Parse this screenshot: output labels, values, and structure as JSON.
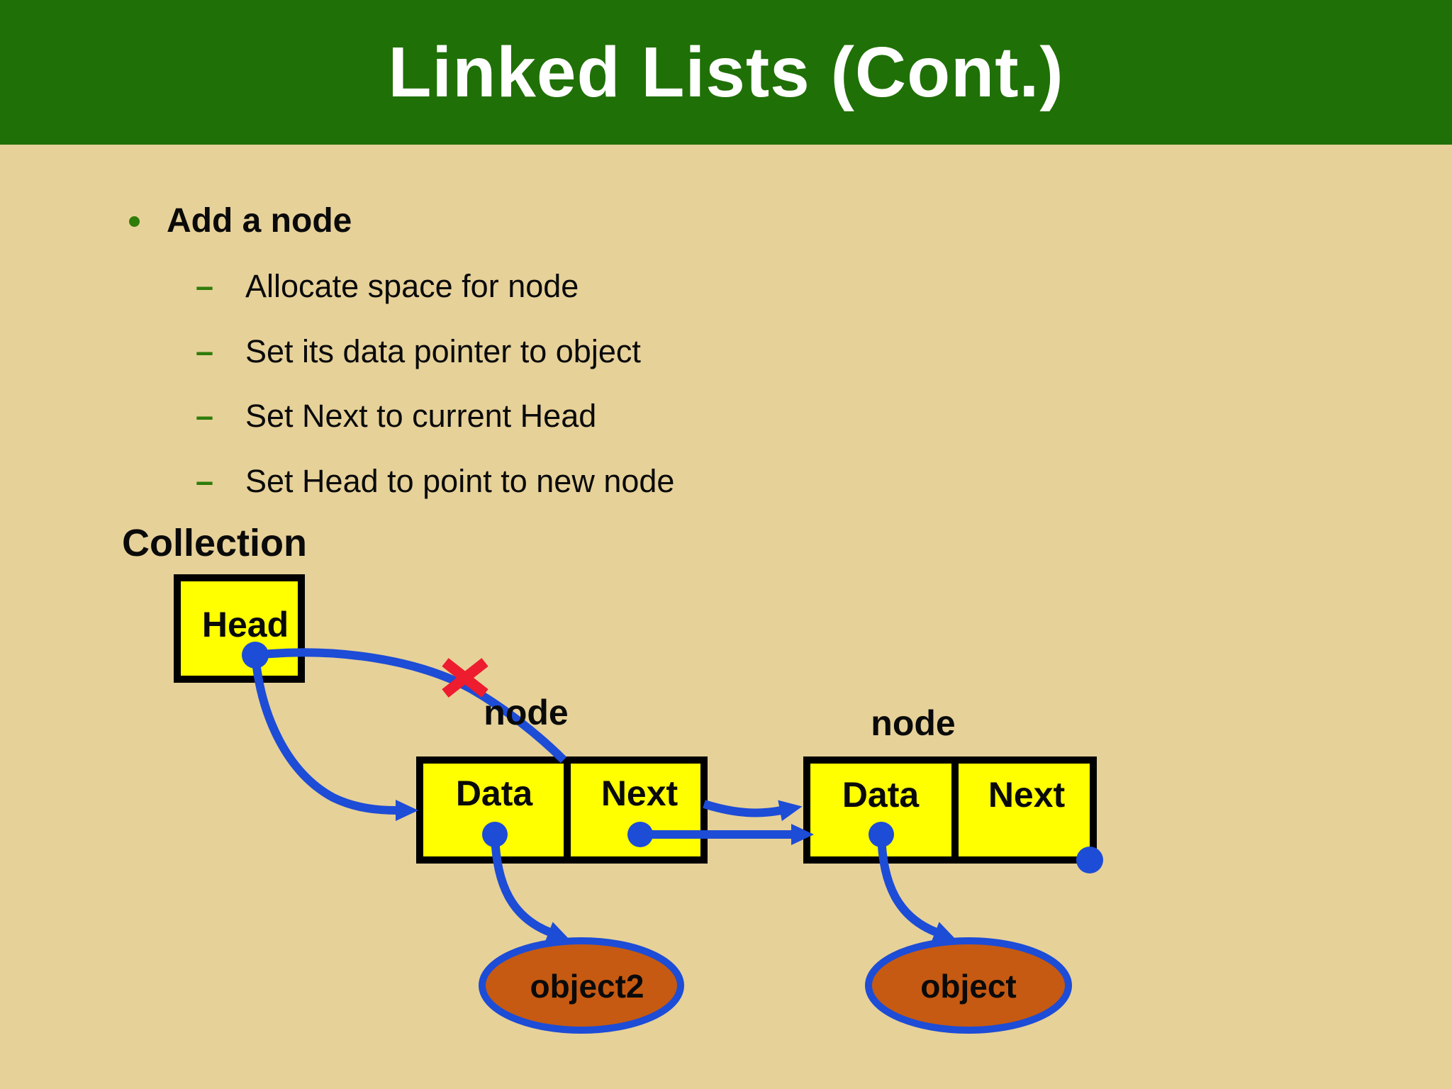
{
  "header": {
    "title": "Linked Lists (Cont.)"
  },
  "bullets": {
    "marker_dash": "–",
    "level1": "Add a node",
    "sub": [
      "Allocate space for node",
      "Set its data pointer to object",
      "Set Next to current Head",
      "Set Head to point to new node"
    ]
  },
  "collection_label": "Collection",
  "diagram": {
    "head_box_label": "Head",
    "node1": {
      "caption": "node",
      "data_label": "Data",
      "next_label": "Next"
    },
    "node2": {
      "caption": "node",
      "data_label": "Data",
      "next_label": "Next"
    },
    "object1_label": "object2",
    "object2_label": "object"
  },
  "colors": {
    "header_green": "#1F7006",
    "background_tan": "#E6D199",
    "box_yellow": "#FFFF00",
    "pointer_blue": "#1D4CD6",
    "object_orange": "#C65A12",
    "cross_red": "#ED1C2E",
    "bullet_green": "#2F7C0A"
  }
}
